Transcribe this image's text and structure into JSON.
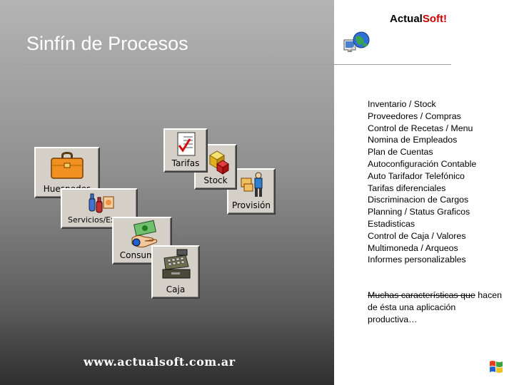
{
  "brand": {
    "part1": "Actual",
    "part2": "Soft!"
  },
  "title": "Sinfín de Procesos",
  "features": [
    "Inventario / Stock",
    "Proveedores / Compras",
    "Control de Recetas / Menu",
    "Nomina de Empleados",
    "Plan de Cuentas",
    "Autoconfiguración Contable",
    "Auto Tarifador Telefónico",
    "Tarifas diferenciales",
    "Discriminacion de Cargos",
    "Planning / Status Graficos",
    "Estadisticas",
    "Control de Caja / Valores",
    "Multimoneda / Arqueos",
    "Informes personalizables"
  ],
  "note": {
    "strike": "Muchas características que",
    "rest": "hacen de ésta una aplicación productiva…"
  },
  "url": "www.actualsoft.com.ar",
  "modules": {
    "huespedes": "Huespedes",
    "tarifas": "Tarifas",
    "stock": "Stock",
    "provision": "Provisión",
    "servicios": "Servicios/Extras",
    "consumos": "Consumos",
    "caja": "Caja"
  },
  "icons": [
    "globe-icon",
    "windows-logo-icon",
    "briefcase-icon",
    "checklist-icon",
    "boxes-icon",
    "delivery-icon",
    "bottles-icon",
    "money-hand-icon",
    "cash-register-icon"
  ],
  "colors": {
    "brand_accent": "#cc0000",
    "tile_face": "#d4d0c8",
    "title_text": "#ffffff"
  }
}
